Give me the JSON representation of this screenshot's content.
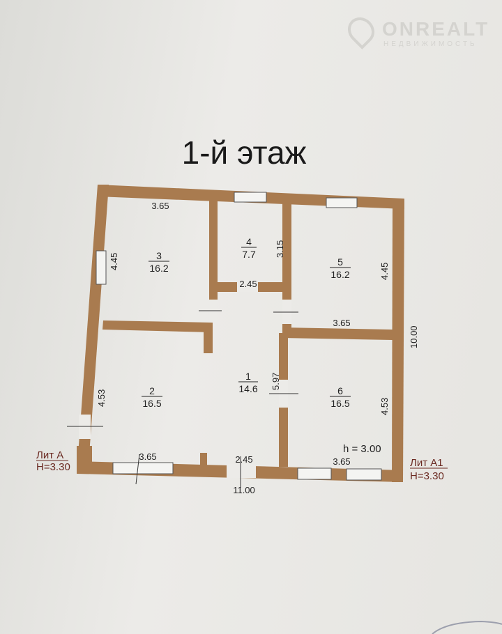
{
  "watermark": {
    "brand": "ONREALT",
    "subtitle": "НЕДВИЖИМОСТЬ"
  },
  "title": "1-й этаж",
  "rooms": [
    {
      "number": "1",
      "area": "14.6"
    },
    {
      "number": "2",
      "area": "16.5"
    },
    {
      "number": "3",
      "area": "16.2"
    },
    {
      "number": "4",
      "area": "7.7"
    },
    {
      "number": "5",
      "area": "16.2"
    },
    {
      "number": "6",
      "area": "16.5"
    }
  ],
  "dimensions": {
    "room3_width": "3.65",
    "room3_height": "4.45",
    "room4_height": "3.15",
    "room4_width": "2.45",
    "room5_height": "4.45",
    "room5_width": "3.65",
    "room1_height": "5.97",
    "room2_height": "4.53",
    "room6_height": "4.53",
    "bottom_left": "3.65",
    "bottom_mid": "2.45",
    "bottom_right": "3.65",
    "total_width": "11.00",
    "total_depth": "10.00",
    "ceiling": "h = 3.00"
  },
  "lit_a": {
    "name": "Лит А",
    "height": "H=3.30"
  },
  "lit_a1": {
    "name": "Лит А1",
    "height": "H=3.30"
  },
  "colors": {
    "wall": "#a97b4f",
    "paper": "#e9e8e5"
  }
}
